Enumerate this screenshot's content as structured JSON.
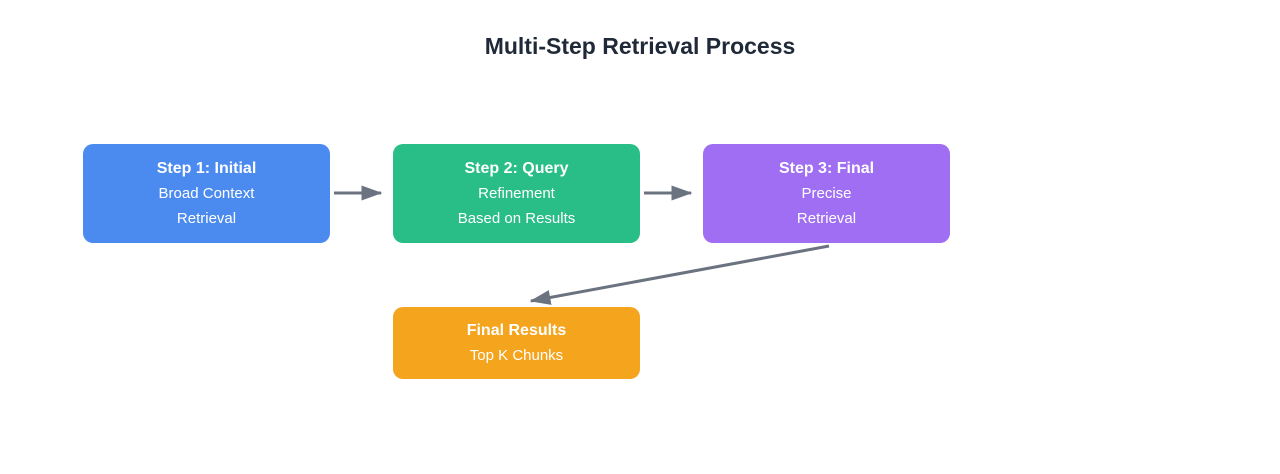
{
  "title": "Multi-Step Retrieval Process",
  "title_color": "#1f2937",
  "arrow_color": "#6b7380",
  "nodes": {
    "step1": {
      "title": "Step 1: Initial",
      "lines": [
        "Broad Context",
        "Retrieval"
      ],
      "color": "#4b8bf0"
    },
    "step2": {
      "title": "Step 2: Query",
      "lines": [
        "Refinement",
        "Based on Results"
      ],
      "color": "#29bd88"
    },
    "step3": {
      "title": "Step 3: Final",
      "lines": [
        "Precise",
        "Retrieval"
      ],
      "color": "#a06ef2"
    },
    "final": {
      "title": "Final Results",
      "lines": [
        "Top K Chunks"
      ],
      "color": "#f4a41d"
    }
  }
}
